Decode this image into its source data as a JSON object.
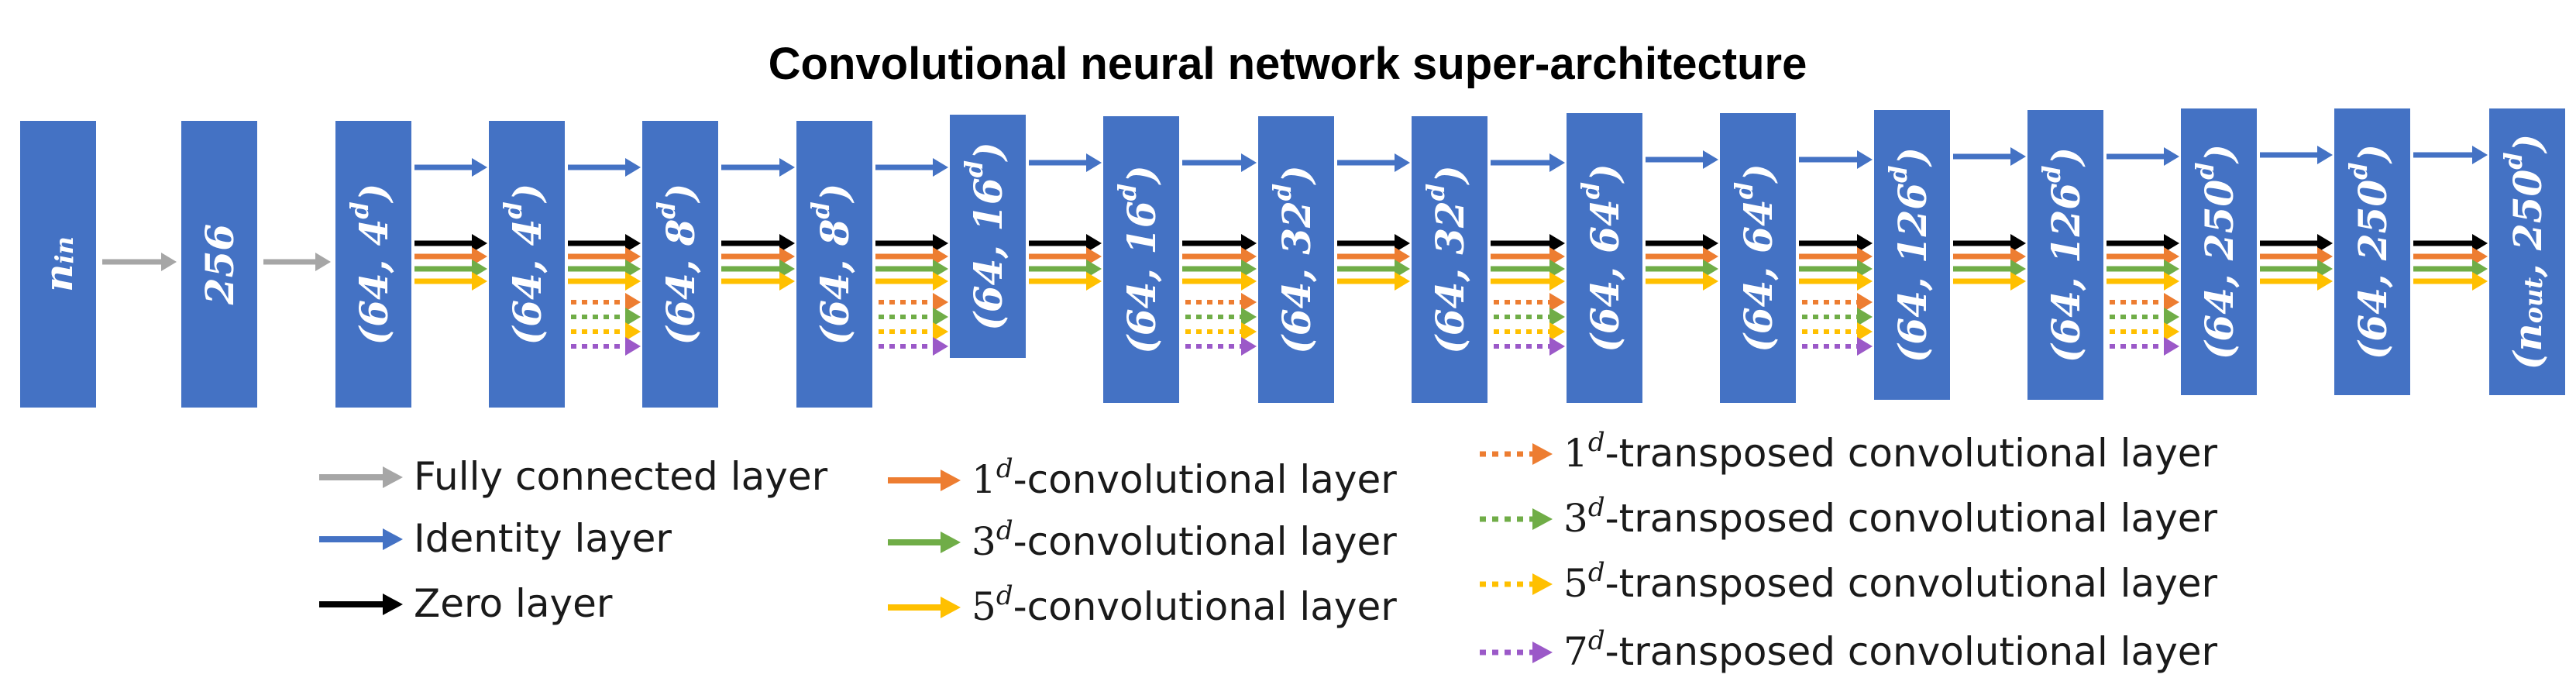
{
  "title": "Convolutional neural network super-architecture",
  "colors": {
    "block": "#4472C4",
    "fully_connected": "#A6A6A6",
    "identity": "#4472C4",
    "zero": "#000000",
    "conv1": "#ED7D31",
    "conv3": "#70AD47",
    "conv5": "#FFC000",
    "conv7": "#9B59C8"
  },
  "blocks": [
    {
      "label": "n_in"
    },
    {
      "label": "256"
    },
    {
      "label": "(64, 4^d)"
    },
    {
      "label": "(64, 4^d)"
    },
    {
      "label": "(64, 8^d)"
    },
    {
      "label": "(64, 8^d)"
    },
    {
      "label": "(64, 16^d)"
    },
    {
      "label": "(64, 16^d)"
    },
    {
      "label": "(64, 32^d)"
    },
    {
      "label": "(64, 32^d)"
    },
    {
      "label": "(64, 64^d)"
    },
    {
      "label": "(64, 64^d)"
    },
    {
      "label": "(64, 126^d)"
    },
    {
      "label": "(64, 126^d)"
    },
    {
      "label": "(64, 250^d)"
    },
    {
      "label": "(64, 250^d)"
    },
    {
      "label": "(n_out, 250^d)"
    }
  ],
  "connections": [
    {
      "type": "fully_connected"
    },
    {
      "type": "fully_connected"
    },
    {
      "type": "conv_bundle",
      "transposed": false
    },
    {
      "type": "conv_bundle",
      "transposed": true
    },
    {
      "type": "conv_bundle",
      "transposed": false
    },
    {
      "type": "conv_bundle",
      "transposed": true
    },
    {
      "type": "conv_bundle",
      "transposed": false
    },
    {
      "type": "conv_bundle",
      "transposed": true
    },
    {
      "type": "conv_bundle",
      "transposed": false
    },
    {
      "type": "conv_bundle",
      "transposed": true
    },
    {
      "type": "conv_bundle",
      "transposed": false
    },
    {
      "type": "conv_bundle",
      "transposed": true
    },
    {
      "type": "conv_bundle",
      "transposed": false
    },
    {
      "type": "conv_bundle",
      "transposed": true
    },
    {
      "type": "conv_bundle",
      "transposed": false
    },
    {
      "type": "conv_bundle",
      "transposed": false
    }
  ],
  "legend": {
    "col1": [
      {
        "key": "fully_connected",
        "style": "solid",
        "text": "Fully connected layer"
      },
      {
        "key": "identity",
        "style": "solid",
        "text": "Identity layer"
      },
      {
        "key": "zero",
        "style": "solid",
        "text": "Zero layer"
      }
    ],
    "col2": [
      {
        "key": "conv1",
        "style": "solid",
        "base": "1",
        "sup": "d",
        "text": "-convolutional layer"
      },
      {
        "key": "conv3",
        "style": "solid",
        "base": "3",
        "sup": "d",
        "text": "-convolutional layer"
      },
      {
        "key": "conv5",
        "style": "solid",
        "base": "5",
        "sup": "d",
        "text": "-convolutional layer"
      }
    ],
    "col3": [
      {
        "key": "conv1",
        "style": "dotted",
        "base": "1",
        "sup": "d",
        "text": "-transposed convolutional layer"
      },
      {
        "key": "conv3",
        "style": "dotted",
        "base": "3",
        "sup": "d",
        "text": "-transposed convolutional layer"
      },
      {
        "key": "conv5",
        "style": "dotted",
        "base": "5",
        "sup": "d",
        "text": "-transposed convolutional layer"
      },
      {
        "key": "conv7",
        "style": "dotted",
        "base": "7",
        "sup": "d",
        "text": "-transposed convolutional layer"
      }
    ]
  }
}
